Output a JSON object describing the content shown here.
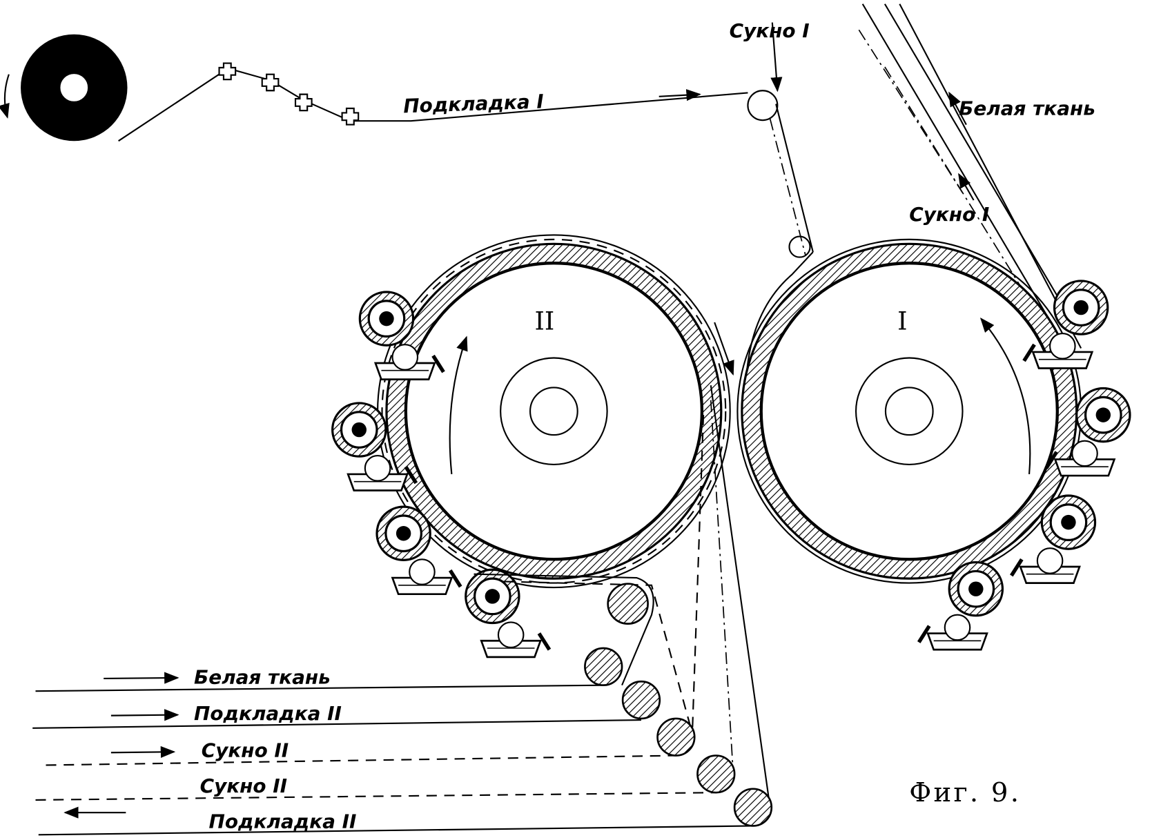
{
  "figure": {
    "caption": "Фиг. 9.",
    "drum_labels": {
      "left": "II",
      "right": "I"
    },
    "labels": {
      "top_felt": "Сукно I",
      "top_lining": "Подкладка I",
      "top_white_fabric": "Белая ткань",
      "right_felt": "Сукно I",
      "bottom_white_fabric": "Белая ткань",
      "bottom_lining_in": "Подкладка II",
      "bottom_felt_in": "Сукно II",
      "bottom_felt_out": "Сукно II",
      "bottom_lining_out": "Подкладка II"
    }
  }
}
